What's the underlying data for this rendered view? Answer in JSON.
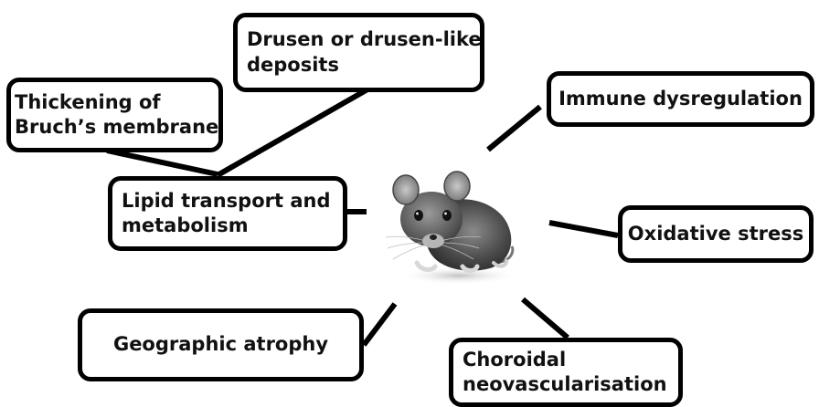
{
  "nodes": {
    "drusen": {
      "lines": [
        "Drusen or drusen-like",
        "deposits"
      ]
    },
    "bruch": {
      "lines": [
        "Thickening of",
        "Bruch’s membrane"
      ]
    },
    "lipid": {
      "lines": [
        "Lipid transport and",
        "metabolism"
      ]
    },
    "immune": {
      "lines": [
        "Immune dysregulation"
      ]
    },
    "oxidative": {
      "lines": [
        "Oxidative stress"
      ]
    },
    "geographic": {
      "lines": [
        "Geographic atrophy"
      ]
    },
    "choroidal": {
      "lines": [
        "Choroidal",
        "neovascularisation"
      ]
    }
  },
  "center_image": "mouse",
  "colors": {
    "box_border": "#000000",
    "connector": "#000000",
    "text": "#111111"
  }
}
